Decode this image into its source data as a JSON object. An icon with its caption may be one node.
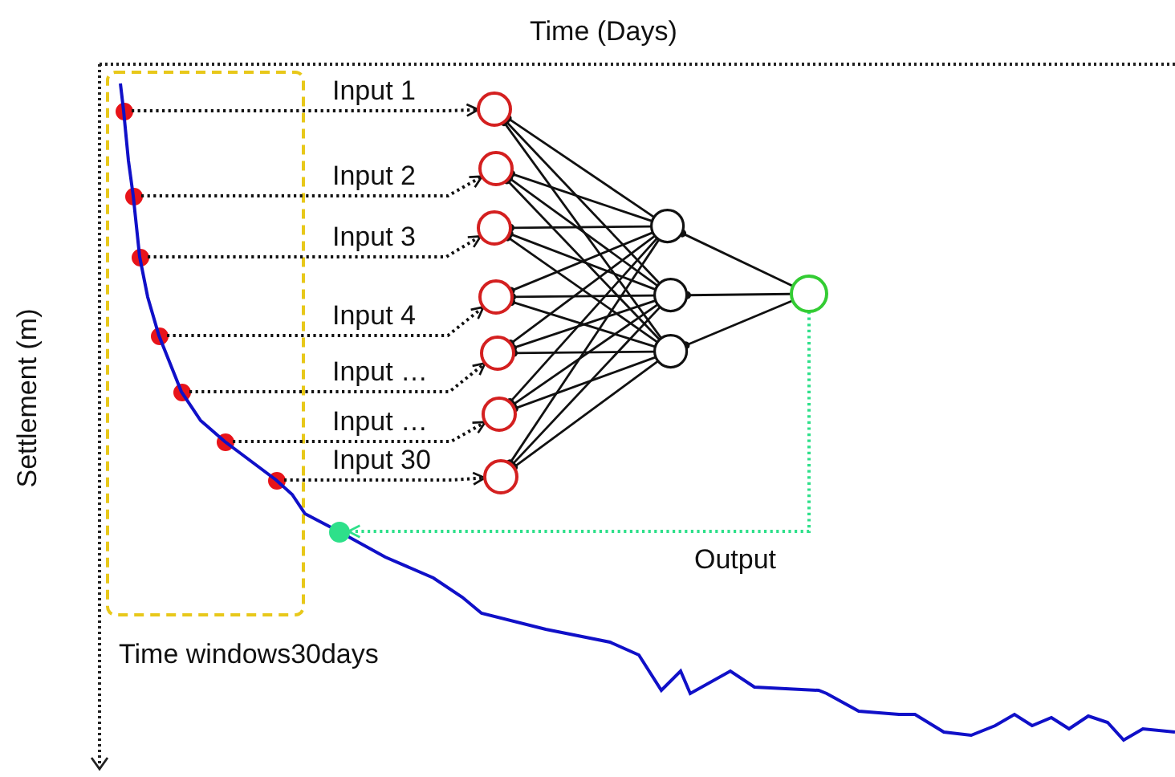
{
  "diagram": {
    "nodes": [
      {
        "text": [
          "Time windows30days"
        ]
      },
      {
        "text": [],
        "shape": "circle",
        "in": 0
      },
      {
        "text": [],
        "shape": "circle",
        "in": 0
      },
      {
        "text": [],
        "shape": "circle",
        "in": 0
      },
      {
        "text": [],
        "shape": "circle",
        "in": 0
      },
      {
        "text": [],
        "shape": "circle",
        "in": 0
      },
      {
        "text": [],
        "shape": "circle",
        "in": 0
      },
      {
        "text": [],
        "shape": "circle",
        "in": 0
      },
      {
        "text": [],
        "shape": "circle"
      },
      {
        "text": [],
        "shape": "circle"
      },
      {
        "text": [],
        "shape": "circle"
      },
      {
        "text": [],
        "shape": "circle"
      },
      {
        "text": [],
        "shape": "circle"
      },
      {
        "text": [],
        "shape": "circle"
      },
      {
        "text": [],
        "shape": "circle"
      },
      {
        "text": [],
        "shape": "circle"
      },
      {
        "text": [],
        "shape": "circle"
      },
      {
        "text": [],
        "shape": "circle"
      },
      {
        "text": [],
        "shape": "circle"
      },
      {
        "text": [],
        "shape": "circle"
      }
    ],
    "edges": [
      {
        "from": 1,
        "to": 8,
        "arrow": "to",
        "label": "Input 1",
        "style": "dashed"
      },
      {
        "from": 2,
        "to": 9,
        "arrow": "to",
        "label": "Input 2",
        "style": "dashed"
      },
      {
        "from": 3,
        "to": 10,
        "arrow": "to",
        "label": "Input 3",
        "style": "dashed"
      },
      {
        "from": 4,
        "to": 11,
        "arrow": "to",
        "label": "Input 4",
        "style": "dashed"
      },
      {
        "from": 5,
        "to": 12,
        "arrow": "to",
        "label": "Input …",
        "style": "dashed"
      },
      {
        "from": 6,
        "to": 13,
        "arrow": "to",
        "label": "Input …",
        "style": "dashed"
      },
      {
        "from": 7,
        "to": 14,
        "arrow": "to",
        "label": "Input 30",
        "style": "dashed"
      },
      {
        "from": 8,
        "to": 15,
        "arrow": "other"
      },
      {
        "from": 8,
        "to": 16,
        "arrow": "other"
      },
      {
        "from": 8,
        "to": 17,
        "arrow": "other"
      },
      {
        "from": 9,
        "to": 15,
        "arrow": "other"
      },
      {
        "from": 9,
        "to": 16,
        "arrow": "other"
      },
      {
        "from": 9,
        "to": 17,
        "arrow": "other"
      },
      {
        "from": 10,
        "to": 15,
        "arrow": "other"
      },
      {
        "from": 10,
        "to": 16,
        "arrow": "other"
      },
      {
        "from": 10,
        "to": 17,
        "arrow": "other"
      },
      {
        "from": 11,
        "to": 15,
        "arrow": "other"
      },
      {
        "from": 11,
        "to": 16,
        "arrow": "other"
      },
      {
        "from": 11,
        "to": 17,
        "arrow": "other"
      },
      {
        "from": 12,
        "to": 15,
        "arrow": "other"
      },
      {
        "from": 12,
        "to": 16,
        "arrow": "other"
      },
      {
        "from": 12,
        "to": 17,
        "arrow": "other"
      },
      {
        "from": 13,
        "to": 15,
        "arrow": "other"
      },
      {
        "from": 13,
        "to": 16,
        "arrow": "other"
      },
      {
        "from": 13,
        "to": 17,
        "arrow": "other"
      },
      {
        "from": 14,
        "to": 15,
        "arrow": "other"
      },
      {
        "from": 14,
        "to": 16,
        "arrow": "other"
      },
      {
        "from": 14,
        "to": 17,
        "arrow": "other"
      },
      {
        "from": 15,
        "to": 18,
        "arrow": "other"
      },
      {
        "from": 16,
        "to": 18,
        "arrow": "other"
      },
      {
        "from": 17,
        "to": 18,
        "arrow": "other"
      },
      {
        "from": 18,
        "to": 19,
        "arrow": "to",
        "label": "Output",
        "style": "dashed",
        "color": "#2ee08a"
      }
    ],
    "labels": [
      "Time (Days)",
      "Settlement (m)"
    ]
  }
}
